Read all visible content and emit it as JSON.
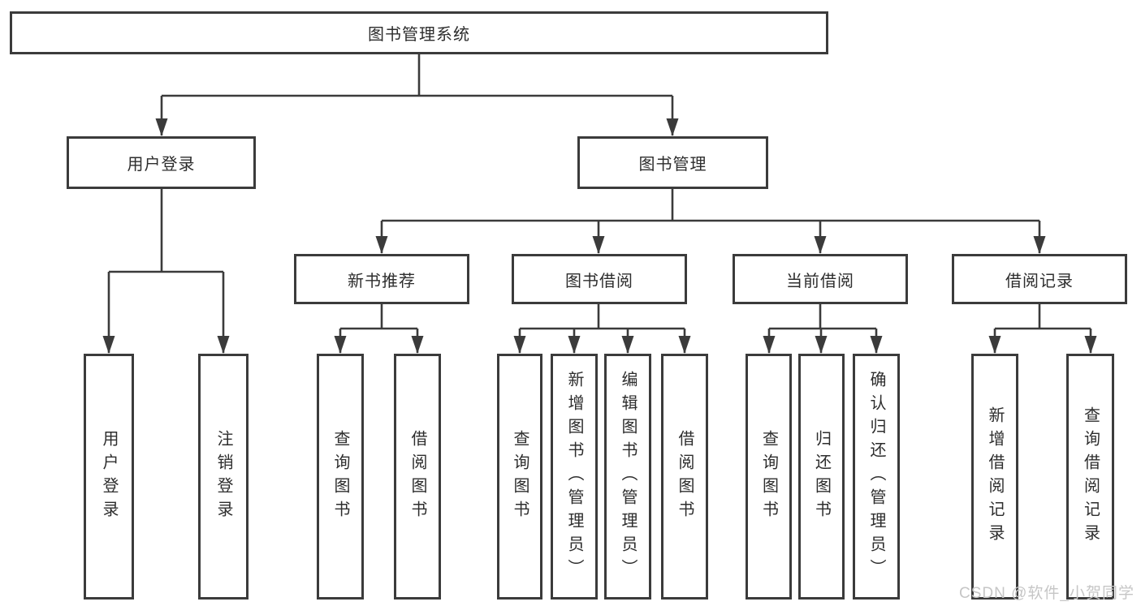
{
  "tree": {
    "root": {
      "label": "图书管理系统"
    },
    "children": [
      {
        "label": "用户登录",
        "children": [
          {
            "label": "用户登录"
          },
          {
            "label": "注销登录"
          }
        ]
      },
      {
        "label": "图书管理",
        "children": [
          {
            "label": "新书推荐",
            "children": [
              {
                "label": "查询图书"
              },
              {
                "label": "借阅图书"
              }
            ]
          },
          {
            "label": "图书借阅",
            "children": [
              {
                "label": "查询图书"
              },
              {
                "label": "新增图书（管理员）"
              },
              {
                "label": "编辑图书（管理员）"
              },
              {
                "label": "借阅图书"
              }
            ]
          },
          {
            "label": "当前借阅",
            "children": [
              {
                "label": "查询图书"
              },
              {
                "label": "归还图书"
              },
              {
                "label": "确认归还（管理员）"
              }
            ]
          },
          {
            "label": "借阅记录",
            "children": [
              {
                "label": "新增借阅记录"
              },
              {
                "label": "查询借阅记录"
              }
            ]
          }
        ]
      }
    ]
  },
  "watermark": {
    "text": "CSDN @软件_小贺同学"
  },
  "colors": {
    "line": "#3b3b3b",
    "text": "#2d2d2d",
    "watermark": "#c6c6c6",
    "background": "#ffffff"
  }
}
